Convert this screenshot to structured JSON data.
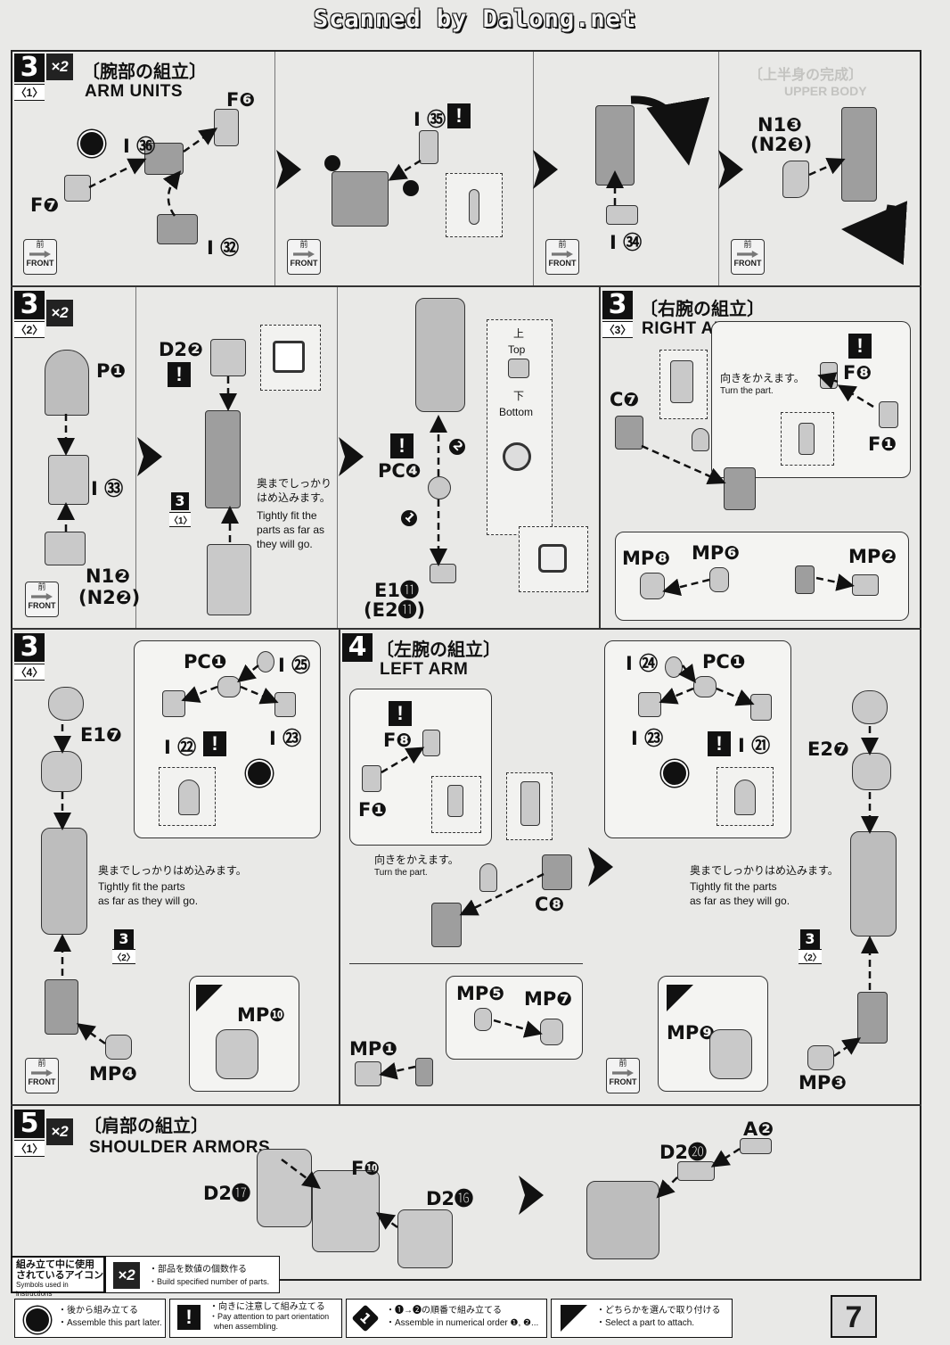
{
  "header": {
    "watermark": "Scanned by Dalong.net"
  },
  "step3_1": {
    "num": "3",
    "sub": "〈1〉",
    "mult": "×2",
    "jp_title": "〔腕部の組立〕",
    "en_title": "ARM UNITS",
    "parts": {
      "f6": "F❻",
      "i36": "I ㊱",
      "f7": "F❼",
      "i32": "I ㉜",
      "i35": "I ㉟",
      "n13": "N1❸",
      "n23": "(N2❸)",
      "i34": "I ㉞"
    },
    "front_jp": "前",
    "front_en": "FRONT"
  },
  "step3_2": {
    "num": "3",
    "sub": "〈2〉",
    "mult": "×2",
    "parts": {
      "p1": "P❶",
      "i33": "I ㉝",
      "n12": "N1❷",
      "n22": "(N2❷)",
      "d22": "D2❷",
      "pc4": "PC❹",
      "e111": "E1⓫",
      "e211": "(E2⓫)"
    },
    "ref_num": "3",
    "ref_sub": "〈1〉",
    "note_jp": "奥までしっかり\nはめ込みます。",
    "note_en": "Tightly fit the\nparts as far as\nthey will go.",
    "top_jp": "上",
    "top_en": "Top",
    "bottom_jp": "下",
    "bottom_en": "Bottom",
    "step1": "1",
    "step2": "2",
    "front_jp": "前",
    "front_en": "FRONT"
  },
  "step3_3": {
    "num": "3",
    "sub": "〈3〉",
    "jp_title": "〔右腕の組立〕",
    "en_title": "RIGHT ARM",
    "parts": {
      "c7": "C❼",
      "f8": "F❽",
      "f1": "F❶",
      "mp8": "MP❽",
      "mp6": "MP❻",
      "mp2": "MP❷"
    },
    "note_jp": "向きをかえます。",
    "note_en": "Turn the part."
  },
  "step3_4": {
    "num": "3",
    "sub": "〈4〉",
    "parts": {
      "pc1": "PC❶",
      "i25": "I ㉕",
      "i22": "I ㉒",
      "i23": "I ㉓",
      "e17": "E1❼",
      "mp10": "MP❿",
      "mp4": "MP❹"
    },
    "note_jp": "奥までしっかりはめ込みます。",
    "note_en": "Tightly fit the parts\nas far as they will go.",
    "ref_num": "3",
    "ref_sub": "〈2〉",
    "front_jp": "前",
    "front_en": "FRONT"
  },
  "step4": {
    "num": "4",
    "jp_title": "〔左腕の組立〕",
    "en_title": "LEFT ARM",
    "parts": {
      "f8": "F❽",
      "f1": "F❶",
      "c8": "C❽",
      "mp5": "MP❺",
      "mp7": "MP❼",
      "mp1": "MP❶"
    },
    "note_jp": "向きをかえます。",
    "note_en": "Turn the part.",
    "front_jp": "前",
    "front_en": "FRONT"
  },
  "step4_right": {
    "parts": {
      "i24": "I ㉔",
      "pc1": "PC❶",
      "i23": "I ㉓",
      "i21": "I ㉑",
      "e27": "E2❼",
      "mp9": "MP❾",
      "mp3": "MP❸"
    },
    "note_jp": "奥までしっかりはめ込みます。",
    "note_en": "Tightly fit the parts\nas far as they will go.",
    "ref_num": "3",
    "ref_sub": "〈2〉"
  },
  "step5_1": {
    "num": "5",
    "sub": "〈1〉",
    "mult": "×2",
    "jp_title": "〔肩部の組立〕",
    "en_title": "SHOULDER ARMORS",
    "parts": {
      "d217": "D2⓱",
      "f10": "F❿",
      "d216": "D2⓰",
      "d220": "D2⓴",
      "a2": "A❷"
    }
  },
  "legend": {
    "title_jp": "組み立て中に使用\nされているアイコン",
    "title_en": "Symbols used in instructions",
    "x2_label": "×2",
    "x2_jp": "・部品を数値の個数作る",
    "x2_en": "・Build specified number of parts.",
    "later_jp": "・後から組み立てる",
    "later_en": "・Assemble this part later.",
    "orient_jp": "・向きに注意して組み立てる",
    "orient_en": "・Pay attention to part orientation\n  when assembling.",
    "order_num": "1",
    "order_jp": "・❶→❷の順番で組み立てる",
    "order_en": "・Assemble in numerical order ❶, ❷...",
    "choose_jp": "・どちらかを選んで取り付ける",
    "choose_en": "・Select a part to attach."
  },
  "page_number": "7",
  "ghost_text": {
    "upper_body": "UPPER BODY",
    "upper_body_jp": "〔上半身の完成〕"
  }
}
